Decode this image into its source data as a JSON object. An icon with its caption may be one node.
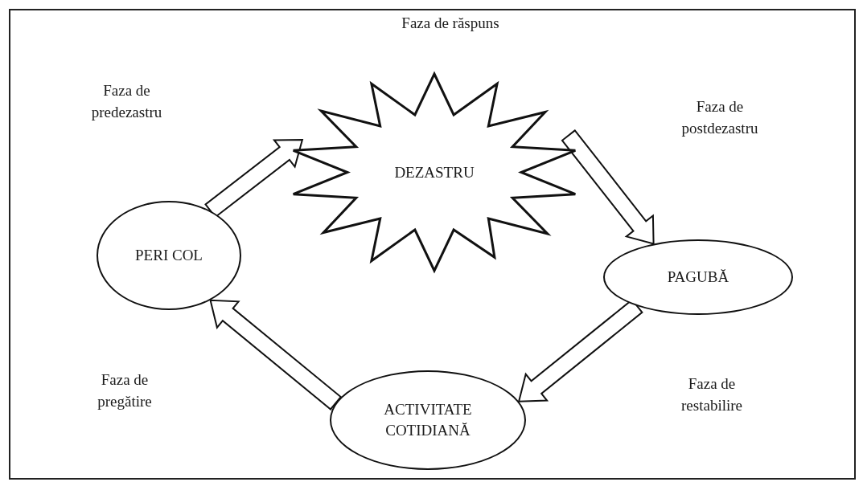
{
  "diagram": {
    "nodes": [
      {
        "text": [
          "PERI COL"
        ]
      },
      {
        "text": [
          "DEZASTRU"
        ],
        "beside": [
          "Faza de răspuns"
        ]
      },
      {
        "text": [
          "PAGUBĂ"
        ]
      },
      {
        "text": [
          "ACTIVITATE COTIDIANĂ"
        ]
      }
    ],
    "edges": [
      {
        "from": 0,
        "to": 1,
        "arrow": "to"
      },
      {
        "from": 1,
        "to": 2,
        "arrow": "to"
      },
      {
        "from": 2,
        "to": 3,
        "arrow": "to"
      },
      {
        "from": 3,
        "to": 0,
        "arrow": "to"
      }
    ],
    "labels": [
      "Faza de predezastru",
      "Faza de postdezastru",
      "Faza de pregătire",
      "Faza de restabilire"
    ]
  }
}
